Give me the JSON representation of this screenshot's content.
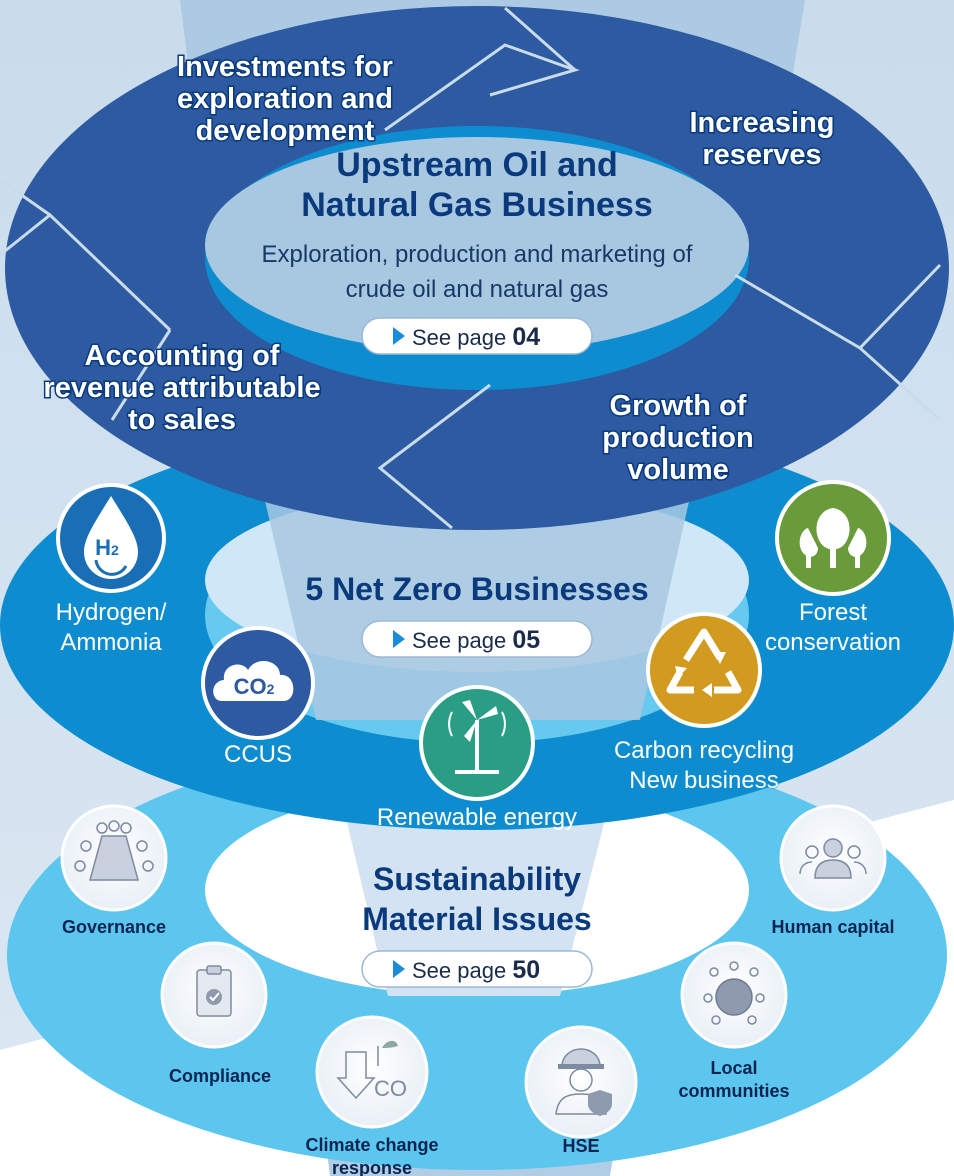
{
  "upstream": {
    "title_line1": "Upstream Oil and",
    "title_line2": "Natural Gas Business",
    "desc_line1": "Exploration, production and marketing of",
    "desc_line2": "crude oil and natural gas",
    "link_prefix": "See page",
    "link_page": "04",
    "cycle": {
      "investments": [
        "Investments for",
        "exploration and",
        "development"
      ],
      "reserves": [
        "Increasing",
        "reserves"
      ],
      "growth": [
        "Growth of",
        "production",
        "volume"
      ],
      "accounting": [
        "Accounting of",
        "revenue attributable",
        "to sales"
      ]
    }
  },
  "netzero": {
    "title": "5 Net Zero Businesses",
    "link_prefix": "See page",
    "link_page": "05",
    "items": {
      "hydrogen": [
        "Hydrogen/",
        "Ammonia"
      ],
      "ccus": [
        "CCUS"
      ],
      "renewable": [
        "Renewable energy"
      ],
      "recycling": [
        "Carbon recycling",
        "New business"
      ],
      "forest": [
        "Forest",
        "conservation"
      ]
    },
    "icon_text": {
      "h2": "H",
      "h2_sub": "2",
      "co2": "CO",
      "co2_sub": "2"
    }
  },
  "sustainability": {
    "title_line1": "Sustainability",
    "title_line2": "Material Issues",
    "link_prefix": "See page",
    "link_page": "50",
    "items": {
      "governance": "Governance",
      "compliance": "Compliance",
      "climate": [
        "Climate change",
        "response"
      ],
      "hse": "HSE",
      "local": [
        "Local",
        "communities"
      ],
      "human": "Human capital"
    }
  },
  "colors": {
    "dark_blue": "#2D5AA0",
    "mid_blue": "#0D8DD0",
    "light_blue": "#5CC6EE",
    "funnel": "#A8C8E2",
    "inner_upstream": "#8EB6D8",
    "green": "#6A9B3B",
    "teal": "#2A9E85",
    "gold": "#D29A1E"
  }
}
